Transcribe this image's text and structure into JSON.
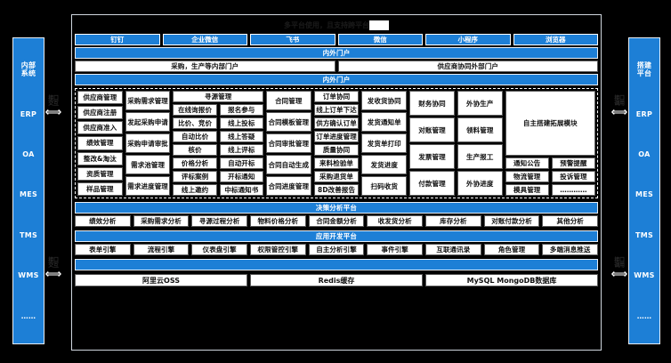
{
  "title": "多平台使用，且支持跨平台",
  "colors": {
    "accent": "#1d7fd6",
    "box": "#ffffff",
    "bg": "#000000"
  },
  "platform_buttons": [
    {
      "label": "钉钉"
    },
    {
      "label": "企业微信"
    },
    {
      "label": "飞书"
    },
    {
      "label": "微信"
    },
    {
      "label": "小程序"
    },
    {
      "label": "浏览器"
    }
  ],
  "portal_bar_1": "内外门户",
  "portals": [
    {
      "label": "采购，生产等内部门户"
    },
    {
      "label": "供应商协同外部门户"
    }
  ],
  "portal_bar_2": "内外门户",
  "left_rail": {
    "items": [
      {
        "label": "内部\n系统"
      },
      {
        "label": "ERP"
      },
      {
        "label": "OA"
      },
      {
        "label": "MES"
      },
      {
        "label": "TMS"
      },
      {
        "label": "WMS"
      },
      {
        "label": "……"
      }
    ],
    "arrow_top_label": "接口\n交互",
    "arrow_bottom_label": "接口\n交互"
  },
  "right_rail": {
    "items": [
      {
        "label": "搭建\n平台"
      },
      {
        "label": "ERP"
      },
      {
        "label": "OA"
      },
      {
        "label": "MES"
      },
      {
        "label": "TMS"
      },
      {
        "label": "WMS"
      },
      {
        "label": "……"
      }
    ],
    "arrow_top_label": "接口\n调用",
    "arrow_bottom_label": "接口\n调用"
  },
  "modules": {
    "groups": [
      {
        "header": "供应商管理",
        "span": 1,
        "items": [
          "供应商注册",
          "供应商准入",
          "绩效管理",
          "整改&淘汰",
          "资质管理",
          "样品管理"
        ]
      },
      {
        "header": "采购需求管理",
        "span": 1,
        "items": [
          "发起采购申请",
          "采购申请审批",
          "需求池管理",
          "需求进度管理"
        ]
      },
      {
        "header": "寻源管理",
        "span": 2,
        "columns": [
          [
            "在线询报价",
            "比价、竞价",
            "自动比价",
            "核价",
            "价格分析",
            "评标案例",
            "线上邀约"
          ],
          [
            "报名参与",
            "线上投标",
            "线上答疑",
            "线上评标",
            "自动开标",
            "开标通知",
            "中标通知书"
          ]
        ]
      },
      {
        "header": "合同管理",
        "span": 1,
        "items": [
          "合同模板管理",
          "合同审批管理",
          "合同自动生成",
          "合同进度管理"
        ]
      },
      {
        "header": "订单协同",
        "span": 1,
        "items": [
          "线上订单下达",
          "供方确认订单",
          "订单进度管理",
          "质量协同",
          "来料检验单",
          "采购退货单",
          "8D改善报告"
        ]
      },
      {
        "header": "发收货协同",
        "span": 1,
        "items": [
          "发货通知单",
          "发货单打印",
          "发货进度",
          "扫码收货"
        ]
      },
      {
        "header": "财务协同",
        "span": 1,
        "items": [
          "对账管理",
          "发票管理",
          "付款管理"
        ]
      },
      {
        "header": "外协生产",
        "span": 1,
        "items": [
          "领料管理",
          "生产报工",
          "外协进度"
        ]
      }
    ],
    "extension": {
      "header": "自主搭建拓展模块",
      "columns": [
        [
          "通知公告",
          "物流管理",
          "模具管理"
        ],
        [
          "预警提醒",
          "投诉管理",
          "…………"
        ]
      ]
    }
  },
  "decision_platform": {
    "header": "决策分析平台",
    "items": [
      "绩效分析",
      "采购需求分析",
      "寻源过程分析",
      "物料价格分析",
      "合同金额分析",
      "收发货分析",
      "库存分析",
      "对账付款分析",
      "其他分析"
    ]
  },
  "app_platform": {
    "header": "应用开发平台",
    "items": [
      "表单引擎",
      "流程引擎",
      "仪表盘引擎",
      "权限管控引擎",
      "自主分析引擎",
      "事件引擎",
      "互联通讯录",
      "角色管理",
      "多端消息推送"
    ]
  },
  "infrastructure": {
    "bar": "",
    "items": [
      "阿里云OSS",
      "Redis缓存",
      "MySQL MongoDB数据库"
    ]
  }
}
